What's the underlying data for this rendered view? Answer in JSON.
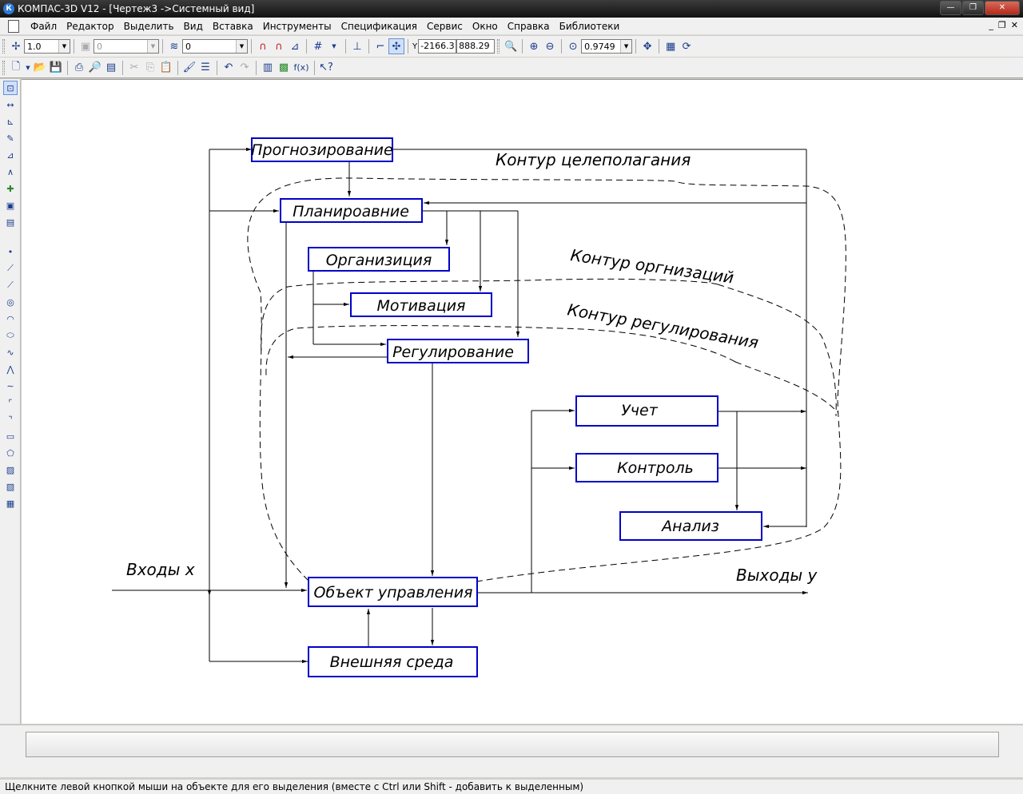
{
  "window": {
    "title": "КОМПАС-3D V12 - [Чертеж3 ->Системный вид]",
    "app_icon": "К"
  },
  "menu": {
    "items": [
      "Файл",
      "Редактор",
      "Выделить",
      "Вид",
      "Вставка",
      "Инструменты",
      "Спецификация",
      "Сервис",
      "Окно",
      "Справка",
      "Библиотеки"
    ]
  },
  "toolbar1": {
    "step_value": "1.0",
    "layer_value": "0",
    "style_value": "0",
    "coord_x": "-2166.3",
    "coord_y": "888.29",
    "zoom_value": "0.9749",
    "coord_label": "Y"
  },
  "toolbar2": {
    "fx_label": "f(x)"
  },
  "diagram": {
    "blocks": {
      "forecast": "Прогнозирование",
      "planning": "Планироавние",
      "organization": "Организиция",
      "motivation": "Мотивация",
      "regulation": "Регулирование",
      "accounting": "Учет",
      "control": "Контроль",
      "analysis": "Анализ",
      "object": "Объект управления",
      "environment": "Внешняя среда"
    },
    "labels": {
      "goal_contour": "Контур целеполагания",
      "org_contour": "Контур оргнизаций",
      "reg_contour": "Контур регулирования",
      "inputs": "Входы x",
      "outputs": "Выходы y"
    }
  },
  "status": {
    "text": "Щелкните левой кнопкой мыши на объекте для его выделения (вместе с Ctrl или Shift - добавить к выделенным)"
  },
  "colors": {
    "block_border": "#0000c8",
    "canvas": "#ffffff",
    "titlebar": "#1e1e1e"
  }
}
